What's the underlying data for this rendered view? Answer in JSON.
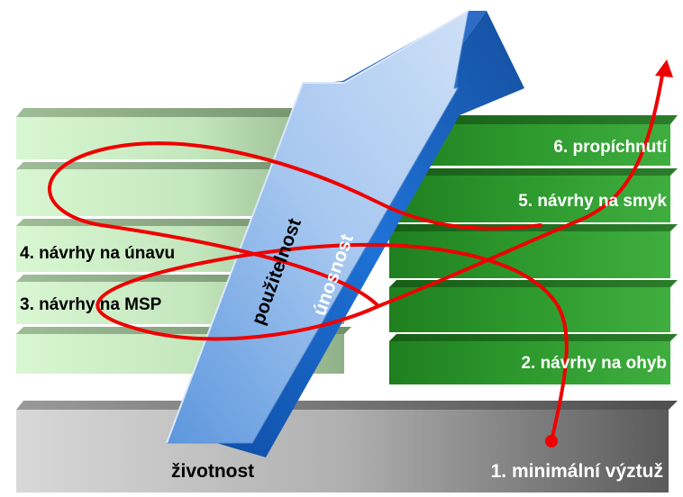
{
  "diagram": {
    "base_labels": {
      "left": "životnost",
      "right": "1. minimální výztuž"
    },
    "left_steps": [
      {
        "label": ""
      },
      {
        "label": ""
      },
      {
        "label": "4. návrhy na únavu"
      },
      {
        "label": "3. návrhy na MSP"
      },
      {
        "label": ""
      }
    ],
    "right_steps": [
      {
        "label": "6. propíchnutí"
      },
      {
        "label": "5. návrhy na smyk"
      },
      {
        "label": ""
      },
      {
        "label": ""
      },
      {
        "label": "2. návrhy na ohyb"
      }
    ],
    "arrow_labels": {
      "front_face": "použitelnost",
      "side_face": "únosnost"
    },
    "colors": {
      "base_light": "#d0d0d0",
      "base_dark": "#5a5a5a",
      "left_steps_light": "#d6f5d0",
      "left_steps_dark": "#8fb088",
      "right_steps": "#2e9a2e",
      "arrow_front": "#8fb6e8",
      "arrow_side": "#1f6fd0",
      "curve": "#ee0000",
      "label_dark": "#000000",
      "label_light": "#ffffff"
    }
  }
}
